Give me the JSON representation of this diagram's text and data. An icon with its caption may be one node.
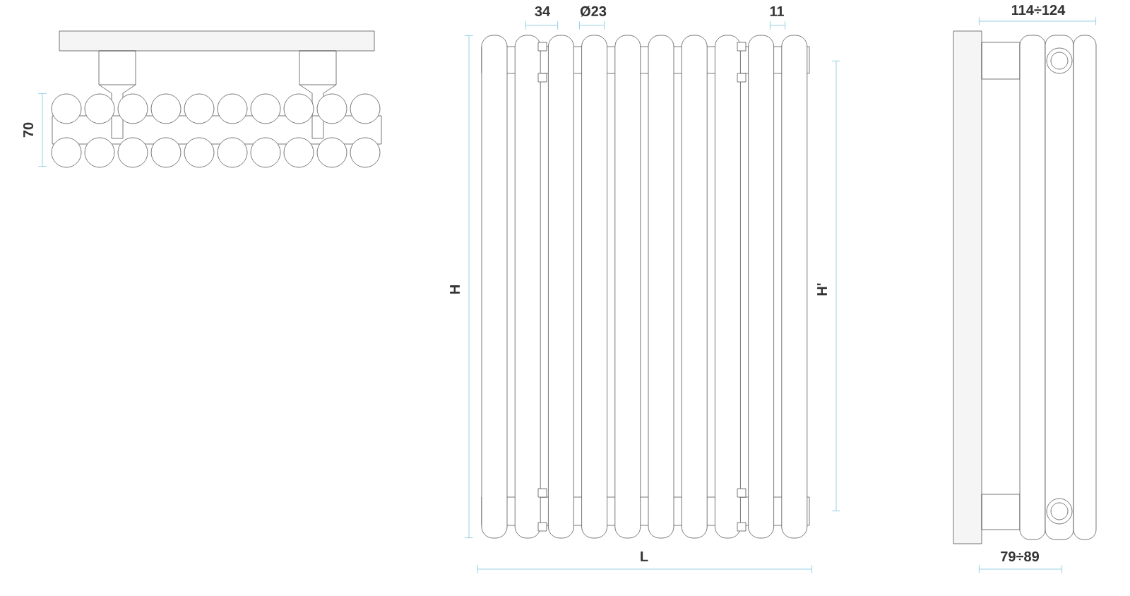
{
  "diagram": {
    "labels": [
      "34",
      "Ø23",
      "11",
      "114÷124",
      "70",
      "H",
      "H'",
      "L",
      "79÷89"
    ]
  }
}
